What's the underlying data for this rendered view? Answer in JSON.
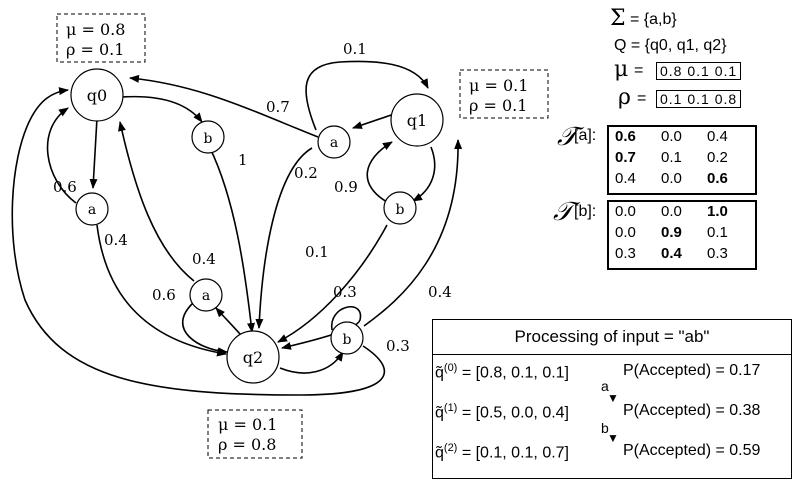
{
  "states": {
    "q0": "q0",
    "q1": "q1",
    "q2": "q2",
    "a_q0": "a",
    "b_q0": "b",
    "a_q1": "a",
    "b_q1": "b",
    "a_q2": "a",
    "b_q2": "b"
  },
  "annotations": {
    "q0": {
      "mu": "μ = 0.8",
      "rho": "ρ = 0.1"
    },
    "q1": {
      "mu": "μ = 0.1",
      "rho": "ρ = 0.1"
    },
    "q2": {
      "mu": "μ = 0.1",
      "rho": "ρ = 0.8"
    }
  },
  "edge_labels": {
    "q0a_self": "0.6",
    "q0a_q2": "0.4",
    "q0b_q2": "1",
    "q1a_q0": "0.7",
    "q1a_q2": "0.2",
    "q1a_q1": "0.1",
    "q1b_q1": "0.9",
    "q1b_q2": "0.1",
    "q2a_q0": "0.4",
    "q2a_q2": "0.6",
    "q2b_q2": "0.3",
    "q2b_q1": "0.4",
    "q2b_q0": "0.3"
  },
  "definitions": {
    "sigma": "= {a,b}",
    "q": "Q = {q0, q1, q2}",
    "mu_label": "=",
    "mu_vec": "0.8 0.1 0.1",
    "rho_label": "=",
    "rho_vec": "0.1 0.1 0.8"
  },
  "matrices": {
    "Ta_label": "[a]:",
    "Ta": [
      [
        "0.6",
        "0.0",
        "0.4"
      ],
      [
        "0.7",
        "0.1",
        "0.2"
      ],
      [
        "0.4",
        "0.0",
        "0.6"
      ]
    ],
    "Tb_label": "[b]:",
    "Tb": [
      [
        "0.0",
        "0.0",
        "1.0"
      ],
      [
        "0.0",
        "0.9",
        "0.1"
      ],
      [
        "0.3",
        "0.4",
        "0.3"
      ]
    ]
  },
  "processing": {
    "title": "Processing of input = \"ab\"",
    "q0_vec": "= [0.8, 0.1, 0.1]",
    "q1_vec": "= [0.5, 0.0, 0.4]",
    "q2_vec": "= [0.1, 0.1, 0.7]",
    "p0": "P(Accepted) = 0.17",
    "p1": "P(Accepted) = 0.38",
    "p2": "P(Accepted) = 0.59",
    "sym_a": "a",
    "sym_b": "b"
  }
}
